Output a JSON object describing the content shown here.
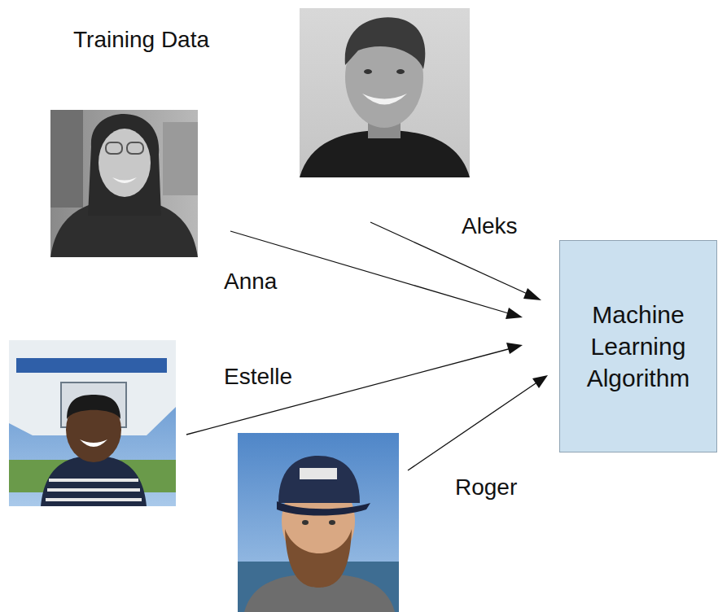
{
  "diagram": {
    "title": "Training Data",
    "nodes": [
      {
        "text": [
          "Machine Learning Algorithm"
        ]
      }
    ],
    "labels": [
      "Aleks",
      "Anna",
      "Estelle",
      "Roger"
    ]
  }
}
